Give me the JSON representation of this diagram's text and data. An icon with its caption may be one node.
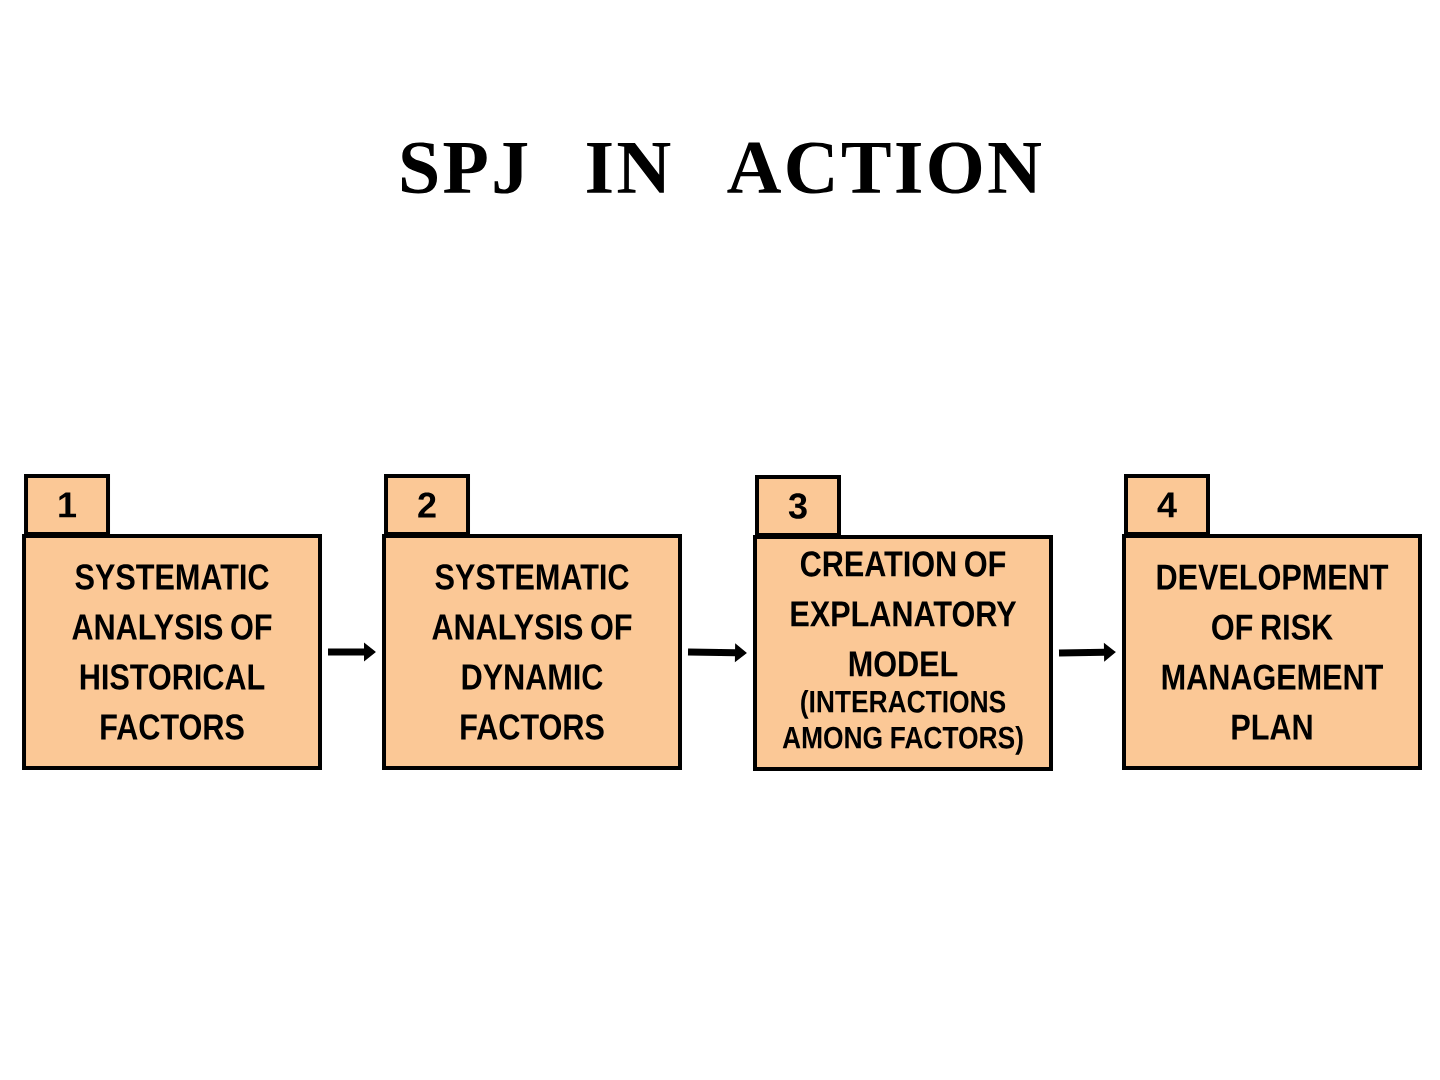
{
  "diagram": {
    "title": "SPJ IN ACTION",
    "nodes": [
      {
        "text": [
          "1",
          "SYSTEMATIC ANALYSIS OF HISTORICAL FACTORS"
        ]
      },
      {
        "text": [
          "2",
          "SYSTEMATIC ANALYSIS OF DYNAMIC FACTORS"
        ]
      },
      {
        "text": [
          "3",
          "CREATION OF EXPLANATORY MODEL",
          "(INTERACTIONS AMONG FACTORS)"
        ]
      },
      {
        "text": [
          "4",
          "DEVELOPMENT OF RISK MANAGEMENT PLAN"
        ]
      }
    ],
    "edges": [
      {
        "from": 0,
        "to": 1,
        "arrow": "to"
      },
      {
        "from": 1,
        "to": 2,
        "arrow": "to"
      },
      {
        "from": 2,
        "to": 3,
        "arrow": "to"
      }
    ]
  }
}
